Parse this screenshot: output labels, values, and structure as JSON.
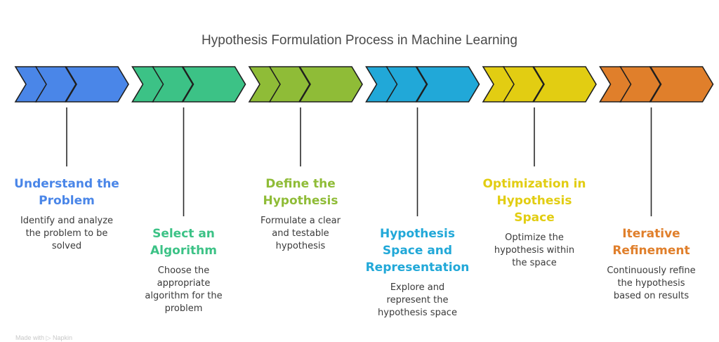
{
  "title": "Hypothesis Formulation Process in Machine Learning",
  "steps": [
    {
      "title": "Understand the\nProblem",
      "description": "Identify and analyze\nthe problem to be\nsolved",
      "color": "#4a86e8",
      "icon": "chevron-arrow-icon"
    },
    {
      "title": "Select an\nAlgorithm",
      "description": "Choose the\nappropriate\nalgorithm for the\nproblem",
      "color": "#3cc286",
      "icon": "chevron-arrow-icon"
    },
    {
      "title": "Define the\nHypothesis",
      "description": "Formulate a clear\nand testable\nhypothesis",
      "color": "#8fbc37",
      "icon": "chevron-arrow-icon"
    },
    {
      "title": "Hypothesis\nSpace and\nRepresentation",
      "description": "Explore and\nrepresent the\nhypothesis space",
      "color": "#21a8d8",
      "icon": "chevron-arrow-icon"
    },
    {
      "title": "Optimization in\nHypothesis\nSpace",
      "description": "Optimize the\nhypothesis within\nthe space",
      "color": "#e2cd12",
      "icon": "chevron-arrow-icon"
    },
    {
      "title": "Iterative\nRefinement",
      "description": "Continuously refine\nthe hypothesis\nbased on results",
      "color": "#e07f2b",
      "icon": "chevron-arrow-icon"
    }
  ],
  "watermark": "Made with ▷ Napkin"
}
